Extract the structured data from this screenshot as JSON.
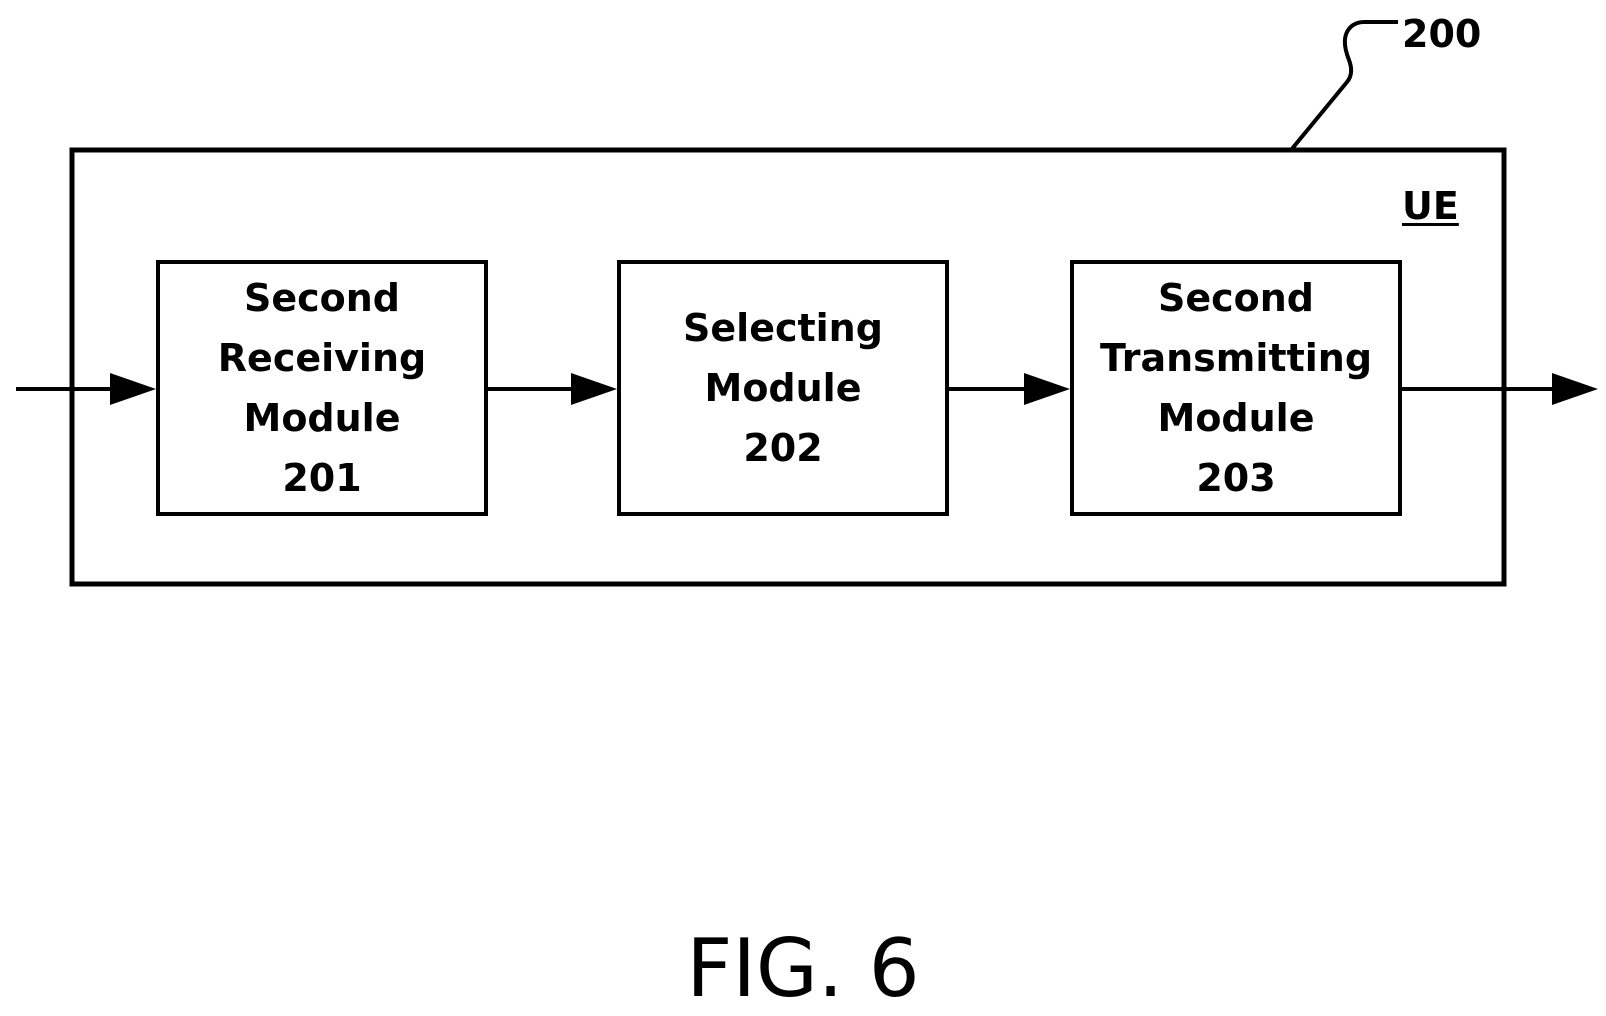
{
  "reference_number": "200",
  "container": {
    "label": "UE"
  },
  "modules": [
    {
      "lines": [
        "Second",
        "Receiving",
        "Module",
        "201"
      ]
    },
    {
      "lines": [
        "Selecting",
        "Module",
        "202"
      ]
    },
    {
      "lines": [
        "Second",
        "Transmitting",
        "Module",
        "203"
      ]
    }
  ],
  "caption": "FIG. 6",
  "colors": {
    "stroke": "#000000",
    "background": "#ffffff"
  }
}
